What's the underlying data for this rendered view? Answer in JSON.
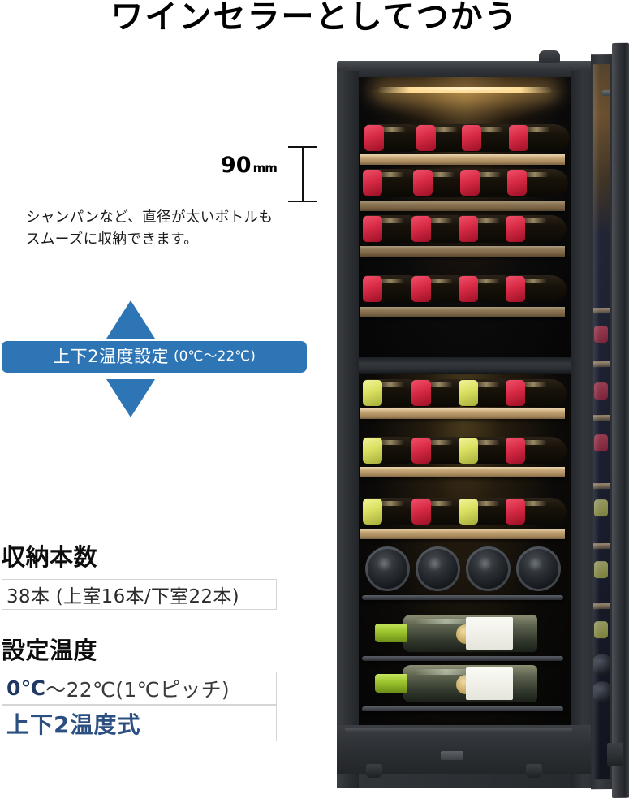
{
  "title": "ワインセラーとしてつかう",
  "dimension": {
    "value": "90",
    "unit": "mm"
  },
  "description": {
    "line1": "シャンパンなど、直径が太いボトルも",
    "line2": "スムーズに収納できます。"
  },
  "banner": {
    "label": "上下2温度設定",
    "range": "(0℃〜22℃)",
    "color": "#2E75B6",
    "arrow_up": "triangle-up",
    "arrow_down": "triangle-down"
  },
  "specs": {
    "capacity": {
      "heading": "収納本数",
      "value": "38本 (上室16本/下室22本)"
    },
    "temperature": {
      "heading": "設定温度",
      "range_accent": "0℃",
      "range_rest": "〜22℃(1℃ピッチ)",
      "mode": "上下2温度式"
    }
  },
  "colors": {
    "banner_blue": "#2E75B6",
    "accent_navy": "#1F3864",
    "accent_blue": "#2C4F82",
    "box_border": "#d5d5d5",
    "text_black": "#0d0d0d"
  },
  "product_image": {
    "name": "wine-cellar-cabinet",
    "door_state": "open",
    "compartments": [
      {
        "zone": "upper",
        "shelf_rows": 4,
        "capsule_colors": [
          "red"
        ]
      },
      {
        "zone": "lower",
        "shelf_rows": 3,
        "capsule_colors": [
          "lime",
          "red"
        ]
      }
    ],
    "bottom_storage": [
      "bottle-bases",
      "white-wine-bottle",
      "white-wine-bottle"
    ]
  }
}
